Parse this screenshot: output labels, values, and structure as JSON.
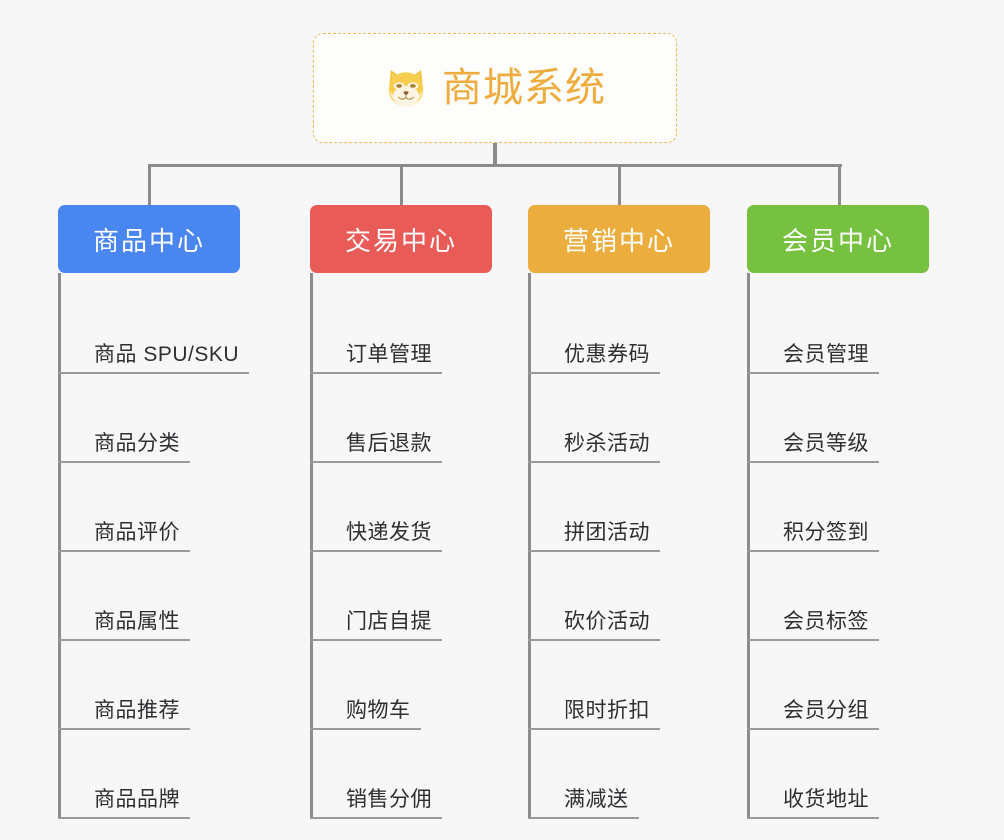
{
  "root": {
    "title": "商城系统",
    "icon": "shiba-inu-dog-icon",
    "border_color": "#f0b95a",
    "text_color": "#eeac3f"
  },
  "canvas": {
    "background": "#f7f7f7",
    "line_color": "#8c8c8c"
  },
  "categories": [
    {
      "label": "商品中心",
      "color": "#4a86f0",
      "items": [
        "商品 SPU/SKU",
        "商品分类",
        "商品评价",
        "商品属性",
        "商品推荐",
        "商品品牌"
      ]
    },
    {
      "label": "交易中心",
      "color": "#e95b57",
      "items": [
        "订单管理",
        "售后退款",
        "快递发货",
        "门店自提",
        "购物车",
        "销售分佣"
      ]
    },
    {
      "label": "营销中心",
      "color": "#ebad3e",
      "items": [
        "优惠券码",
        "秒杀活动",
        "拼团活动",
        "砍价活动",
        "限时折扣",
        "满减送"
      ]
    },
    {
      "label": "会员中心",
      "color": "#76c13f",
      "items": [
        "会员管理",
        "会员等级",
        "积分签到",
        "会员标签",
        "会员分组",
        "收货地址"
      ]
    }
  ]
}
